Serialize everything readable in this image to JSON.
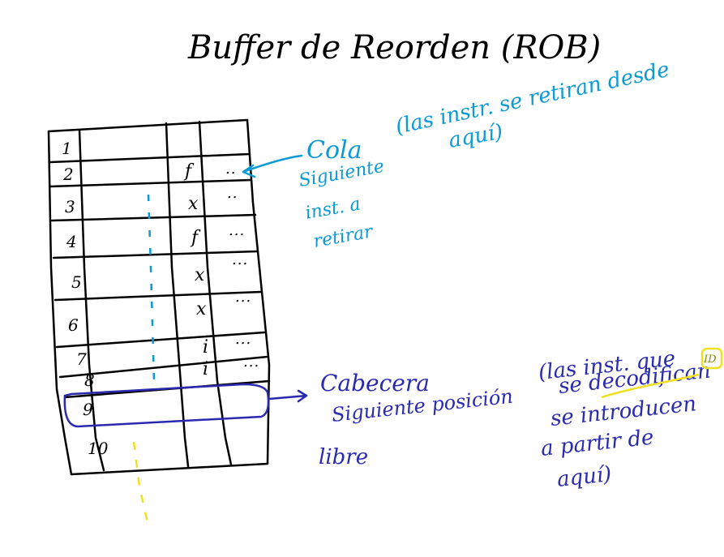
{
  "title": "Buffer de Reorden (ROB)",
  "rob_rows": [
    "1",
    "2",
    "3",
    "4",
    "5",
    "6",
    "7",
    "8",
    "9",
    "10"
  ],
  "rob_marks": [
    "",
    "f",
    "x",
    "f",
    "x",
    "x",
    "i",
    "i",
    "",
    ""
  ],
  "rob_dots": [
    "",
    "..",
    "..",
    "...",
    "...",
    "...",
    "...",
    "...",
    "",
    ""
  ],
  "cola": {
    "lines": [
      "Cola",
      "Siguiente",
      "inst. a",
      "retirar"
    ],
    "note": [
      "(las instr. se retiran desde",
      "aquí)"
    ]
  },
  "cabecera": {
    "lines": [
      "Cabecera",
      "Siguiente posición",
      "libre"
    ],
    "note": [
      "(las inst. que",
      "se decodifican",
      "se introducen",
      "a partir de",
      "aquí)"
    ],
    "note_badge": "ID"
  },
  "colors": {
    "cola": "#0a9ad6",
    "cabecera": "#2a2ab0",
    "highlight": "#f0e020",
    "ink": "#000000"
  }
}
